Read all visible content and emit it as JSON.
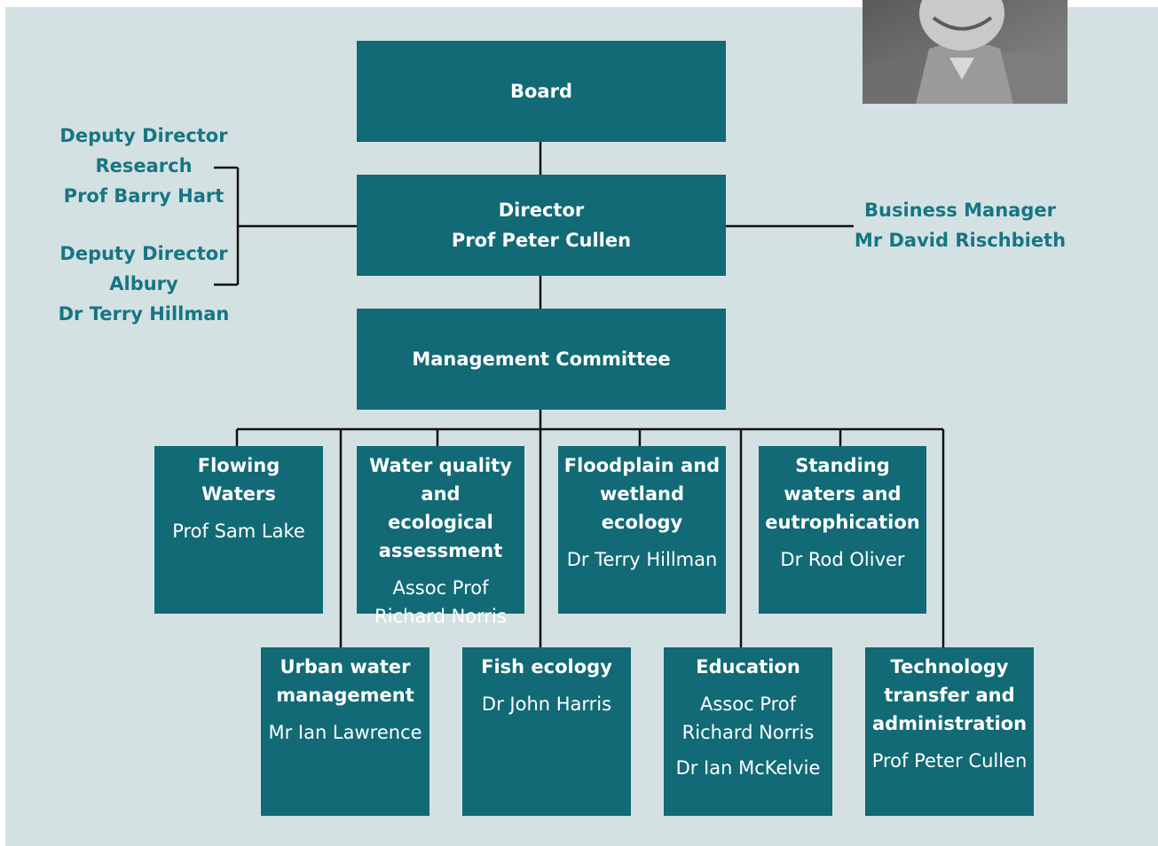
{
  "colors": {
    "background": "#d4e1e3",
    "box": "#116a75",
    "side_text": "#167683",
    "lines": "#111111"
  },
  "board": {
    "label": "Board"
  },
  "director": {
    "title": "Director",
    "name": "Prof Peter Cullen"
  },
  "management": {
    "label": "Management Committee"
  },
  "deputy_research": {
    "line1": "Deputy Director",
    "line2": "Research",
    "line3": "Prof Barry Hart"
  },
  "deputy_albury": {
    "line1": "Deputy Director",
    "line2": "Albury",
    "line3": "Dr Terry Hillman"
  },
  "business_manager": {
    "line1": "Business Manager",
    "line2": "Mr David Rischbieth"
  },
  "programs_top": [
    {
      "title": "Flowing Waters",
      "people": [
        "Prof Sam Lake"
      ]
    },
    {
      "title": "Water quality and ecological assessment",
      "people": [
        "Assoc Prof Richard Norris"
      ]
    },
    {
      "title": "Floodplain and wetland ecology",
      "people": [
        "Dr Terry Hillman"
      ]
    },
    {
      "title": "Standing waters and eutrophication",
      "people": [
        "Dr Rod Oliver"
      ]
    }
  ],
  "programs_bottom": [
    {
      "title": "Urban water management",
      "people": [
        "Mr Ian Lawrence"
      ]
    },
    {
      "title": "Fish ecology",
      "people": [
        "Dr John Harris"
      ]
    },
    {
      "title": "Education",
      "people": [
        "Assoc Prof Richard Norris",
        "Dr Ian McKelvie"
      ]
    },
    {
      "title": "Technology transfer and administration",
      "people": [
        "Prof Peter Cullen"
      ]
    }
  ]
}
